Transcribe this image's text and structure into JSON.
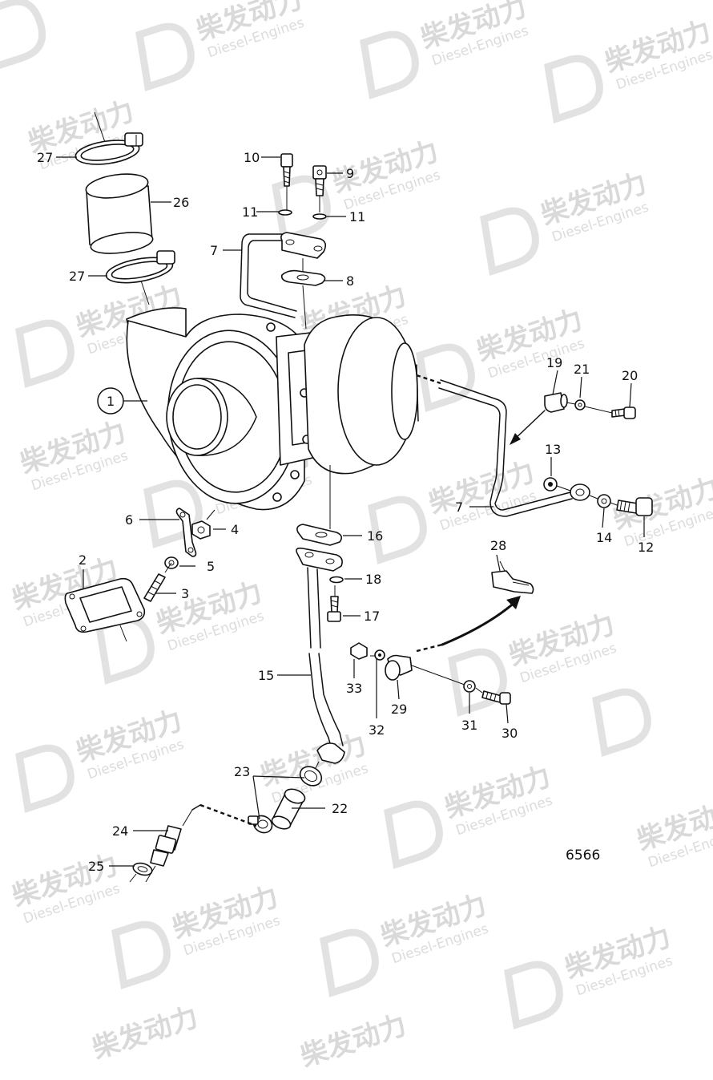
{
  "watermark": {
    "cn": "柴发动力",
    "en": "Diesel-Engines"
  },
  "drawing_number": "6566",
  "callouts": {
    "c1": "1",
    "c2": "2",
    "c3": "3",
    "c4": "4",
    "c5": "5",
    "c6": "6",
    "c7a": "7",
    "c7b": "7",
    "c8": "8",
    "c9": "9",
    "c10": "10",
    "c11a": "11",
    "c11b": "11",
    "c12": "12",
    "c13": "13",
    "c14": "14",
    "c15": "15",
    "c16": "16",
    "c17": "17",
    "c18": "18",
    "c19": "19",
    "c20": "20",
    "c21": "21",
    "c22": "22",
    "c23": "23",
    "c24": "24",
    "c25": "25",
    "c26": "26",
    "c27a": "27",
    "c27b": "27",
    "c28": "28",
    "c29": "29",
    "c30": "30",
    "c31": "31",
    "c32": "32",
    "c33": "33"
  }
}
